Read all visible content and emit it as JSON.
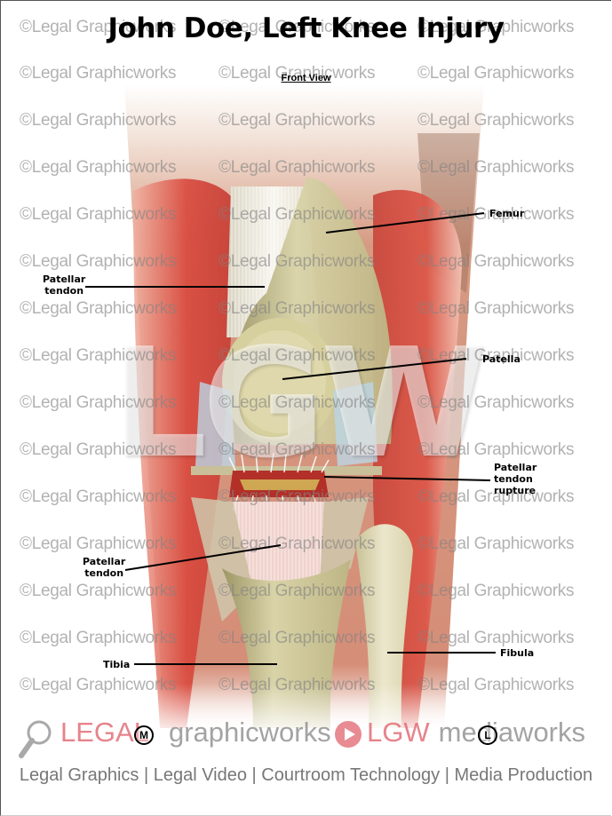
{
  "header": {
    "title": "John Doe, Left Knee Injury",
    "subtitle": "Front View"
  },
  "watermark": {
    "text": "©Legal Graphicworks",
    "logo_text": "LGW"
  },
  "labels": {
    "femur": "Femur",
    "patellar_tendon_upper": [
      "Patellar",
      "tendon"
    ],
    "patella": "Patella",
    "rupture": [
      "Patellar",
      "tendon",
      "rupture"
    ],
    "patellar_tendon_lower": [
      "Patellar",
      "tendon"
    ],
    "tibia": "Tibia",
    "fibula": "Fibula"
  },
  "footer": {
    "brand1_accent": "LEGAL",
    "brand1_rest": "graphicworks",
    "brand2_accent": "LGW",
    "brand2_rest": "mediaworks",
    "marker_m": "M",
    "marker_l": "L",
    "tagline": "Legal Graphics | Legal Video | Courtroom Technology | Media Production"
  },
  "colors": {
    "muscle": "#d9544a",
    "bone": "#d8d3a8",
    "tendon": "#f2efe6",
    "skin": "#c9826a",
    "brand_pink": "#e26e78",
    "watermark_gray": "#8c8c8c"
  }
}
